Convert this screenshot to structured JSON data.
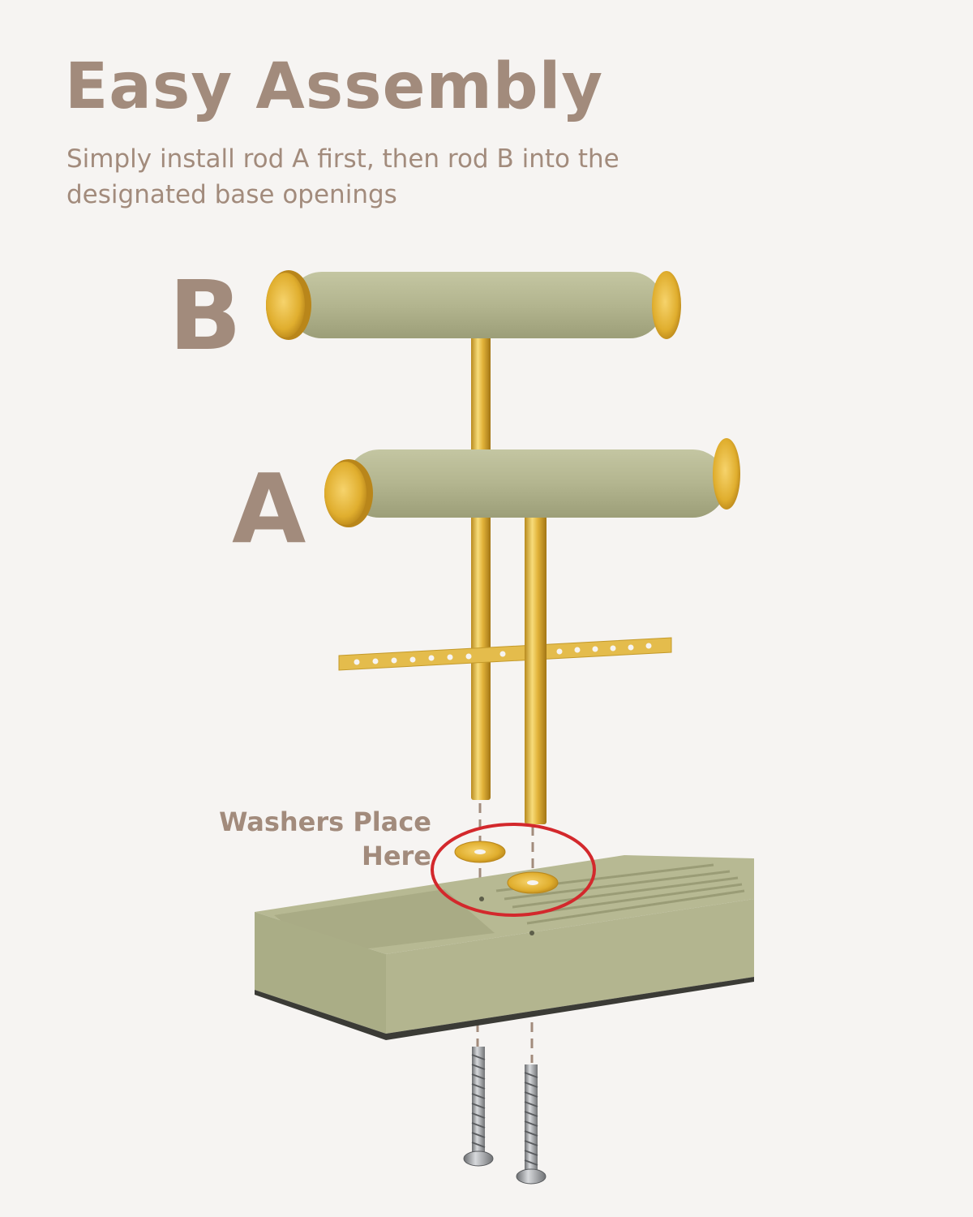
{
  "header": {
    "title": "Easy Assembly",
    "subtitle": "Simply install rod A first, then rod B into the designated base openings"
  },
  "labels": {
    "rod_b": "B",
    "rod_a": "A",
    "washers_line1": "Washers Place",
    "washers_line2": "Here"
  },
  "colors": {
    "text_accent": "#a28b7c",
    "background": "#f6f4f2",
    "sage": "#b3b58f",
    "gold": "#e1b640",
    "highlight_circle": "#d3282c"
  }
}
